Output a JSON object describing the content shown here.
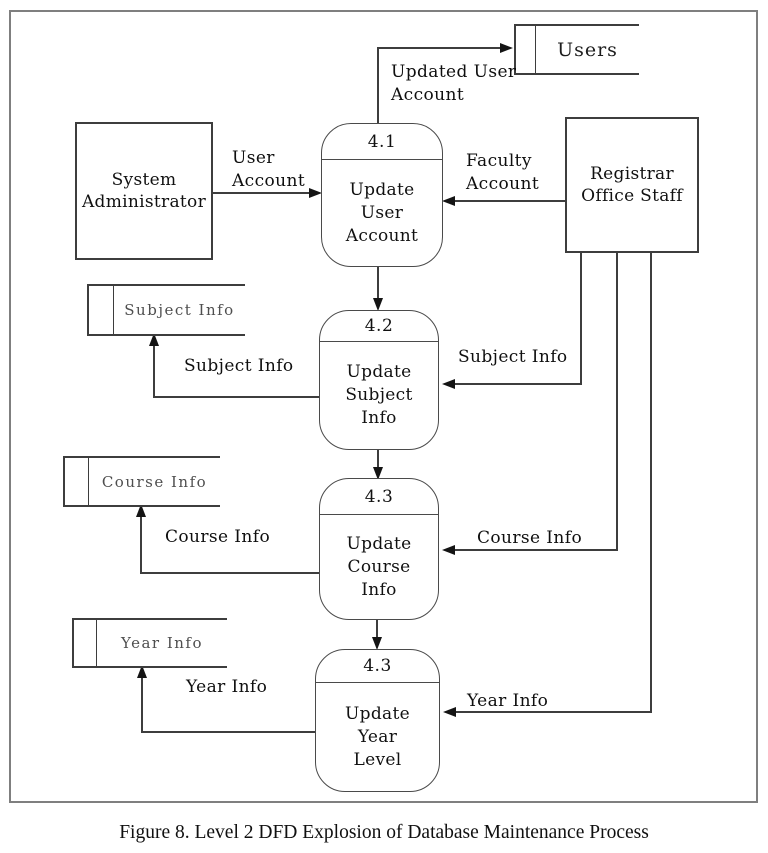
{
  "caption": "Figure 8. Level 2 DFD Explosion of Database Maintenance Process",
  "colors": {
    "background": "#ffffff",
    "line": "#3d3d3d",
    "outer_border": "#7f7f7f",
    "text": "#111111",
    "store_label_text": "#4f4f4f"
  },
  "entities": {
    "system_admin": {
      "line1": "System",
      "line2": "Administrator"
    },
    "registrar": {
      "line1": "Registrar",
      "line2": "Office Staff"
    }
  },
  "stores": {
    "users": {
      "label": "Users"
    },
    "subject_info": {
      "label": "Subject Info"
    },
    "course_info": {
      "label": "Course Info"
    },
    "year_info": {
      "label": "Year Info"
    }
  },
  "processes": {
    "p41": {
      "id": "4.1",
      "line1": "Update",
      "line2": "User",
      "line3": "Account"
    },
    "p42": {
      "id": "4.2",
      "line1": "Update",
      "line2": "Subject",
      "line3": "Info"
    },
    "p43": {
      "id": "4.3",
      "line1": "Update",
      "line2": "Course",
      "line3": "Info"
    },
    "p44": {
      "id": "4.3",
      "line1": "Update",
      "line2": "Year",
      "line3": "Level"
    }
  },
  "flows": {
    "user_account": {
      "line1": "User",
      "line2": "Account"
    },
    "updated_user_account": {
      "line1": "Updated User",
      "line2": "Account"
    },
    "faculty_account": {
      "line1": "Faculty",
      "line2": "Account"
    },
    "subject_info_to_store": {
      "label": "Subject Info"
    },
    "subject_info_from_registrar": {
      "label": "Subject Info"
    },
    "course_info_to_store": {
      "label": "Course Info"
    },
    "course_info_from_registrar": {
      "label": "Course Info"
    },
    "year_info_to_store": {
      "label": "Year Info"
    },
    "year_info_from_registrar": {
      "label": "Year Info"
    }
  }
}
